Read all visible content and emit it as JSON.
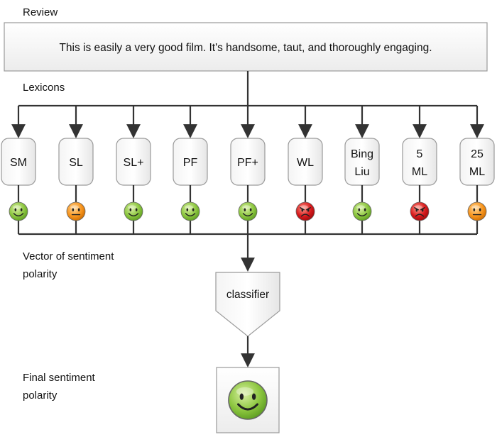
{
  "review": {
    "label": "Review",
    "text": "This is easily a very good film. It's handsome, taut, and thoroughly engaging."
  },
  "lexicons": {
    "label": "Lexicons",
    "items": [
      {
        "lines": [
          "SM"
        ],
        "sentiment": "positive"
      },
      {
        "lines": [
          "SL"
        ],
        "sentiment": "neutral"
      },
      {
        "lines": [
          "SL+"
        ],
        "sentiment": "positive"
      },
      {
        "lines": [
          "PF"
        ],
        "sentiment": "positive"
      },
      {
        "lines": [
          "PF+"
        ],
        "sentiment": "positive"
      },
      {
        "lines": [
          "WL"
        ],
        "sentiment": "negative"
      },
      {
        "lines": [
          "Bing",
          "Liu"
        ],
        "sentiment": "positive"
      },
      {
        "lines": [
          "5",
          "ML"
        ],
        "sentiment": "negative"
      },
      {
        "lines": [
          "25",
          "ML"
        ],
        "sentiment": "neutral"
      }
    ]
  },
  "vector": {
    "lines": [
      "Vector of sentiment",
      "polarity"
    ]
  },
  "classifier": {
    "label": "classifier"
  },
  "final": {
    "lines": [
      "Final sentiment",
      "polarity"
    ],
    "sentiment": "positive"
  },
  "colors": {
    "positive": "#8cc63f",
    "neutral": "#f7941d",
    "negative": "#d7191c",
    "line": "#333333",
    "box_border": "#9a9a9a"
  }
}
